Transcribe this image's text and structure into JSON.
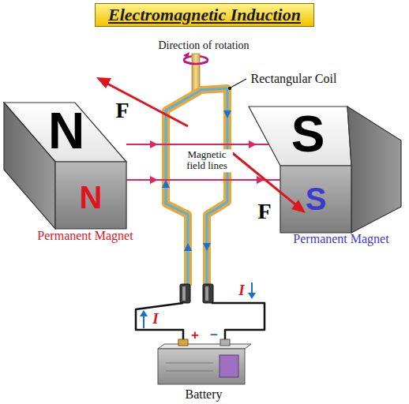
{
  "diagram": {
    "title": "Electromagnetic Induction",
    "labels": [
      "Direction of rotation",
      "Rectangular Coil",
      "F",
      "N",
      "S",
      "Magnetic field lines",
      "N",
      "S",
      "F",
      "Permanent Magnet",
      "Permanent Magnet",
      "I",
      "I",
      "+",
      "−",
      "Battery"
    ]
  }
}
